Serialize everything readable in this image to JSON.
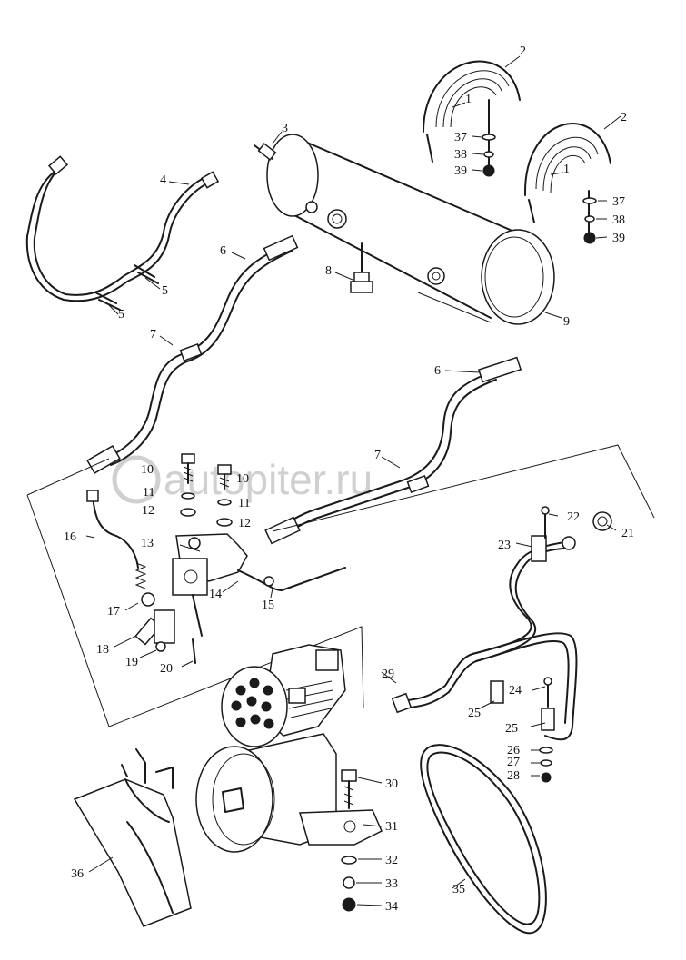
{
  "watermark": "autopiter.ru",
  "callouts": [
    "1",
    "2",
    "3",
    "4",
    "5",
    "6",
    "7",
    "8",
    "9",
    "10",
    "11",
    "12",
    "13",
    "14",
    "15",
    "16",
    "17",
    "18",
    "19",
    "20",
    "21",
    "22",
    "23",
    "24",
    "25",
    "26",
    "27",
    "28",
    "29",
    "30",
    "31",
    "32",
    "33",
    "34",
    "35",
    "36",
    "37",
    "38",
    "39"
  ],
  "colors": {
    "ink": "#1a1a1a",
    "watermark": "#d0d0d0",
    "background": "#ffffff"
  }
}
